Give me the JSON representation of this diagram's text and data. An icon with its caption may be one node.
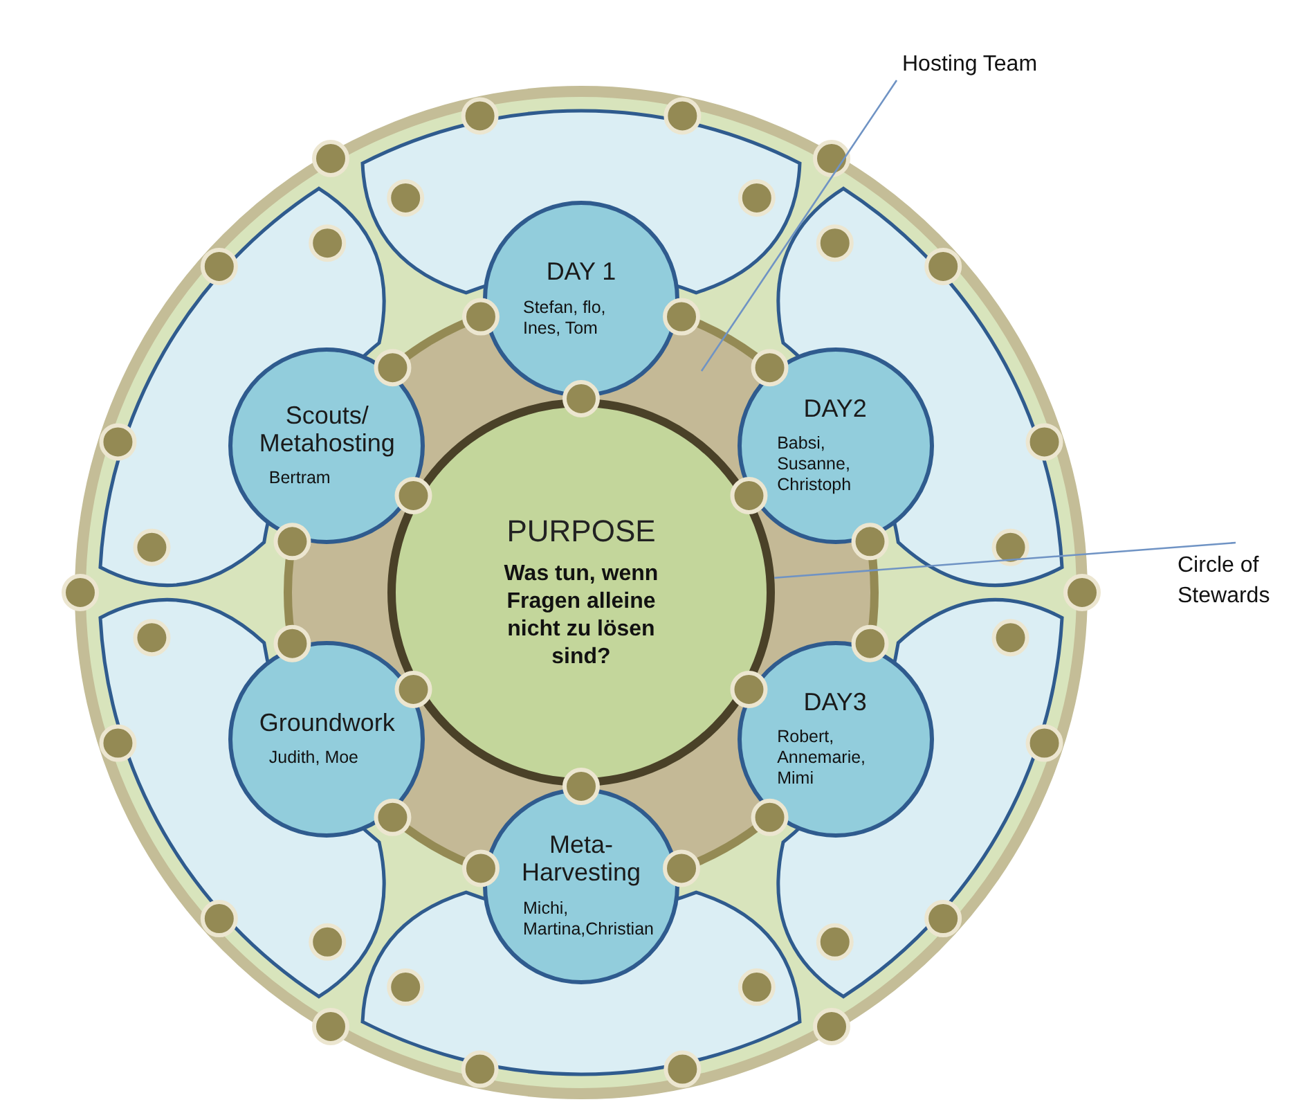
{
  "diagram": {
    "nodes": [
      {
        "text": [
          "Hosting Team"
        ]
      },
      {
        "text": [
          "DAY 1",
          "Stefan, flo, Ines, Tom"
        ]
      },
      {
        "text": [
          "Scouts/ Metahosting",
          "Bertram"
        ]
      },
      {
        "text": [
          "DAY2",
          "Babsi, Susanne, Christoph"
        ]
      },
      {
        "text": [
          "Circle of Stewards"
        ]
      },
      {
        "text": [
          "PURPOSE",
          "Was tun, wenn Fragen alleine nicht zu lösen sind?"
        ]
      },
      {
        "text": [
          "Groundwork",
          "Judith, Moe"
        ]
      },
      {
        "text": [
          "DAY3",
          "Robert, Annemarie, Mimi"
        ]
      },
      {
        "text": [
          "Meta- Harvesting",
          "Michi, Martina,Christian"
        ]
      }
    ],
    "edges": [
      {
        "from": 0,
        "to": null,
        "arrow": "none"
      },
      {
        "from": 4,
        "to": 5,
        "arrow": "none"
      }
    ]
  }
}
